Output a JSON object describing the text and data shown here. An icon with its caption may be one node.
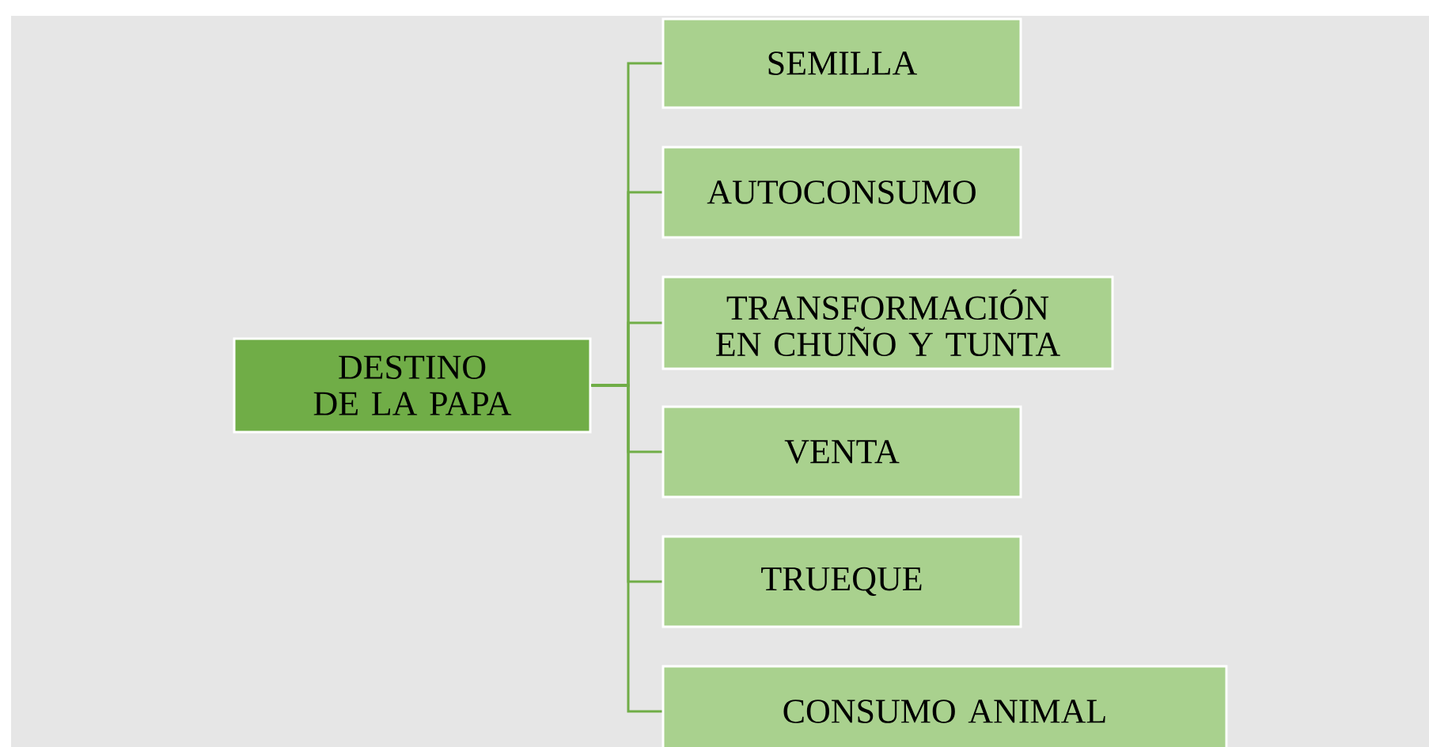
{
  "diagram": {
    "nodes": [
      {
        "text": [
          "DESTINO DE LA PAPA"
        ]
      },
      {
        "text": [
          "SEMILLA"
        ]
      },
      {
        "text": [
          "AUTOCONSUMO"
        ]
      },
      {
        "text": [
          "TRANSFORMACIÓN EN CHUÑO Y TUNTA"
        ]
      },
      {
        "text": [
          "VENTA"
        ]
      },
      {
        "text": [
          "TRUEQUE"
        ]
      },
      {
        "text": [
          "CONSUMO ANIMAL"
        ]
      }
    ],
    "edges": [
      {
        "from": 0,
        "to": 1,
        "arrow": "none"
      },
      {
        "from": 0,
        "to": 2,
        "arrow": "none"
      },
      {
        "from": 0,
        "to": 3,
        "arrow": "none"
      },
      {
        "from": 0,
        "to": 4,
        "arrow": "none"
      },
      {
        "from": 0,
        "to": 5,
        "arrow": "none"
      },
      {
        "from": 0,
        "to": 6,
        "arrow": "none"
      }
    ]
  }
}
